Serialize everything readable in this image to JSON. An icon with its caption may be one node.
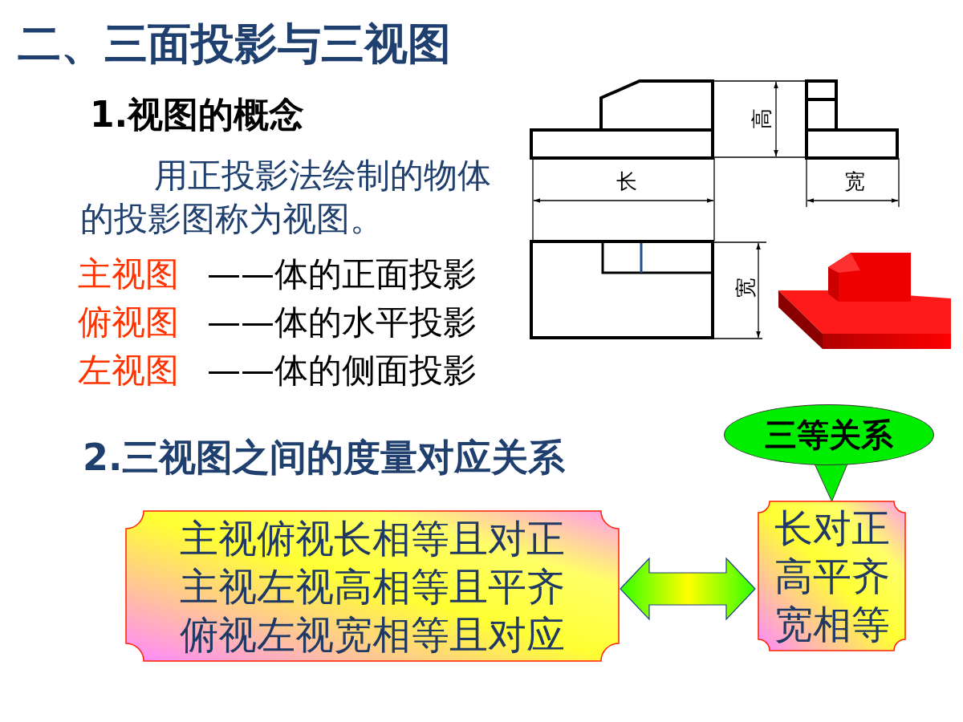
{
  "diagram": {
    "title": "二、三面投影与三视图",
    "nodes": [
      {
        "text": [
          "主视俯视长相等且对正",
          "主视左视高相等且平齐",
          "俯视左视宽相等且对应"
        ]
      },
      {
        "text": [
          "长对正",
          "高平齐",
          "宽相等"
        ]
      },
      {
        "text": [
          "三等关系"
        ]
      }
    ],
    "edges": [
      {
        "from": 0,
        "to": 1,
        "arrow": "both"
      },
      {
        "from": 2,
        "to": 1,
        "arrow": "to"
      }
    ],
    "labels": [
      "1.视图的概念",
      "用正投影法绘制的物体的投影图称为视图。",
      "主视图",
      "——体的正面投影",
      "俯视图",
      "——体的水平投影",
      "左视图",
      "——体的侧面投影",
      "高",
      "长",
      "宽",
      "宽",
      "2.三视图之间的度量对应关系"
    ]
  }
}
